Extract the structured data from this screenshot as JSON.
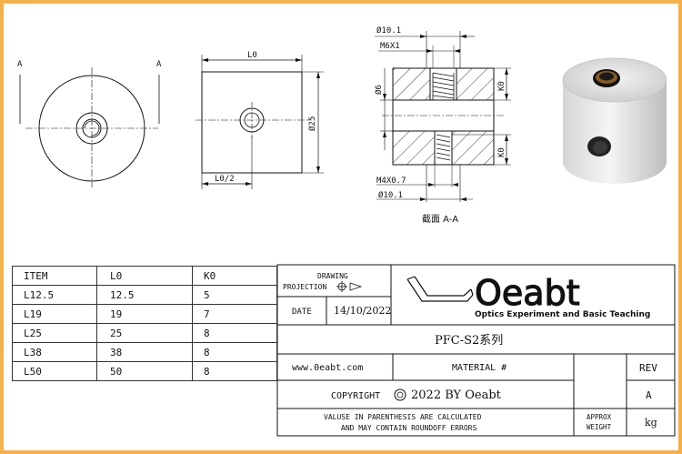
{
  "views": {
    "left_section_labels": [
      "A",
      "A"
    ],
    "front": {
      "length": "L0",
      "half_length": "L0/2",
      "diameter": "Ø25"
    },
    "section": {
      "top_hole": "Ø10.1",
      "top_thread": "M6X1",
      "bore": "Ø6",
      "depth_top": "K0",
      "depth_bottom": "K0",
      "bottom_thread": "M4X0.7",
      "bottom_hole": "Ø10.1",
      "caption": "截面  A-A"
    }
  },
  "items_table": {
    "headers": [
      "ITEM",
      "L0",
      "K0"
    ],
    "rows": [
      [
        "L12.5",
        "12.5",
        "5"
      ],
      [
        "L19",
        "19",
        "7"
      ],
      [
        "L25",
        "25",
        "8"
      ],
      [
        "L38",
        "38",
        "8"
      ],
      [
        "L50",
        "50",
        "8"
      ]
    ]
  },
  "title_block": {
    "drawing_projection": [
      "DRAWING",
      "PROJECTION"
    ],
    "date_label": "DATE",
    "date_value": "14/10/2022",
    "brand": "Oeabt",
    "tagline": "Optics Experiment and Basic Teaching",
    "part_name": "PFC-S2系列",
    "website": "www.0eabt.com",
    "material_label": "MATERIAL #",
    "rev_label": "REV",
    "rev_value": "A",
    "copyright_label": "COPYRIGHT",
    "copyright_text": "2022 BY Oeabt",
    "note_lines": [
      "VALUSE IN PARENTHESIS ARE CALCULATED",
      "AND MAY CONTAIN ROUNDOFF ERRORS"
    ],
    "approx_weight": [
      "APPROX",
      "WEIGHT"
    ],
    "weight_unit": "kg"
  },
  "colors": {
    "border": "#f4b04a",
    "line": "#111111"
  }
}
